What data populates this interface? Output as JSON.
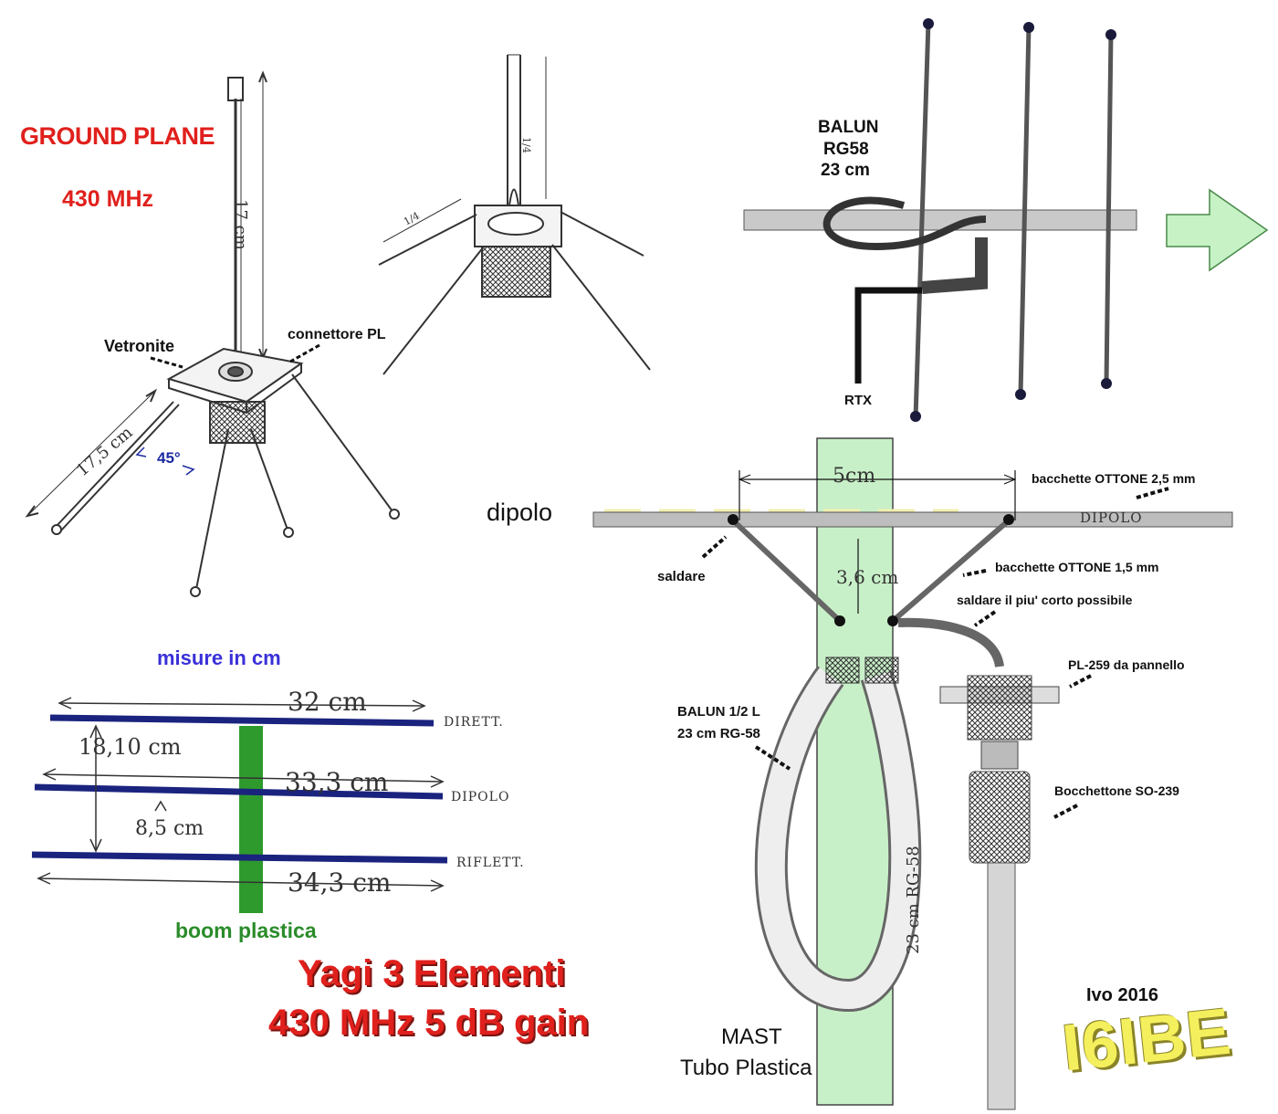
{
  "ground_plane": {
    "title": "GROUND PLANE",
    "frequency": "430 MHz",
    "radiator_length": "17 cm",
    "radial_length": "17,5 cm",
    "angle": "45°",
    "label_vetronite": "Vetronite",
    "label_connector": "connettore PL",
    "quarter_wave_vertical": "1/4",
    "quarter_wave_radial": "1/4"
  },
  "yagi_sketch": {
    "balun_line1": "BALUN",
    "balun_line2": "RG58",
    "balun_line3": "23 cm",
    "rtx": "RTX"
  },
  "detail": {
    "dipolo_title": "dipolo",
    "dim_5": "5cm",
    "dim_36": "3,6 cm",
    "bacchette_25": "bacchette OTTONE 2,5 mm",
    "dipolo_wire": "DIPOLO",
    "saldare": "saldare",
    "bacchette_15": "bacchette OTTONE 1,5 mm",
    "saldare_corto": "saldare il piu' corto possibile",
    "pl259": "PL-259 da  pannello",
    "balun_line1": "BALUN 1/2 L",
    "balun_line2": "23 cm RG-58",
    "so239": "Bocchettone SO-239",
    "rg58_hand": "23 cm RG-58",
    "mast_line1": "MAST",
    "mast_line2": "Tubo Plastica"
  },
  "measures": {
    "title": "misure in cm",
    "director_length": "32 cm",
    "director_label": "DIRETT.",
    "spacing_1": "18,10 cm",
    "dipole_length": "33,3 cm",
    "dipole_label": "DIPOLO",
    "spacing_2": "8,5 cm",
    "reflector_label": "RIFLETT.",
    "reflector_length": "34,3 cm",
    "boom_label": "boom plastica"
  },
  "yagi_title": {
    "line1": "Yagi 3 Elementi",
    "line2": "430 MHz  5 dB gain"
  },
  "author": {
    "name_year": "Ivo 2016",
    "callsign": "I6IBE"
  },
  "colors": {
    "title_red": "#e0201c",
    "measure_blue": "#3a30d8",
    "element_navy": "#1a237e",
    "boom_green": "#2e9a2e",
    "mast_green": "#c8f0c8",
    "arrow_green": "#c6f2c6",
    "callsign_yellow": "#f4ef5c"
  }
}
